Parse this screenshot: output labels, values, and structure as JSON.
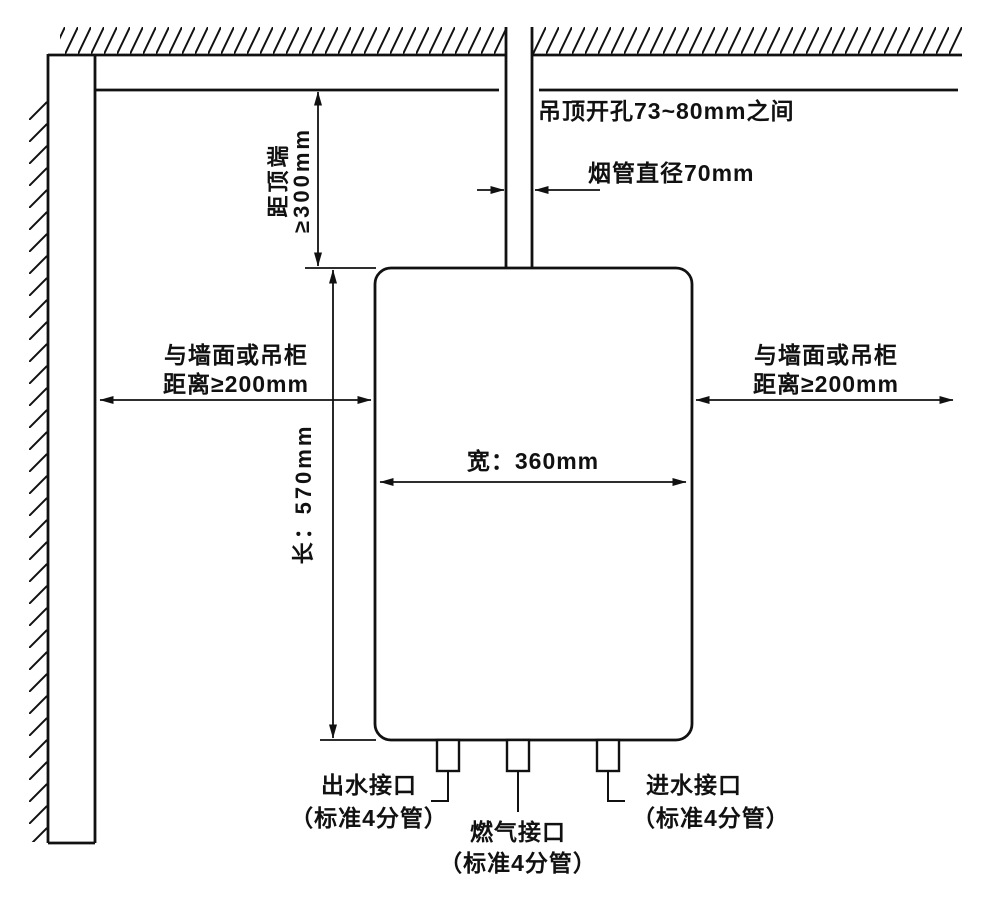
{
  "colors": {
    "line": "#111111",
    "background": "#ffffff"
  },
  "labels": {
    "ceiling_hole": "吊顶开孔73~80mm之间",
    "flue_diameter": "烟管直径70mm",
    "top_clearance": {
      "line1": "距顶端",
      "line2": "≥300mm"
    },
    "left_clearance": {
      "line1": "与墙面或吊柜",
      "line2": "距离≥200mm"
    },
    "right_clearance": {
      "line1": "与墙面或吊柜",
      "line2": "距离≥200mm"
    },
    "heater_width": "宽：360mm",
    "heater_height": "长：570mm",
    "water_outlet": {
      "line1": "出水接口",
      "line2": "（标准4分管）"
    },
    "gas_connection": {
      "line1": "燃气接口",
      "line2": "（标准4分管）"
    },
    "water_inlet": {
      "line1": "进水接口",
      "line2": "（标准4分管）"
    }
  }
}
